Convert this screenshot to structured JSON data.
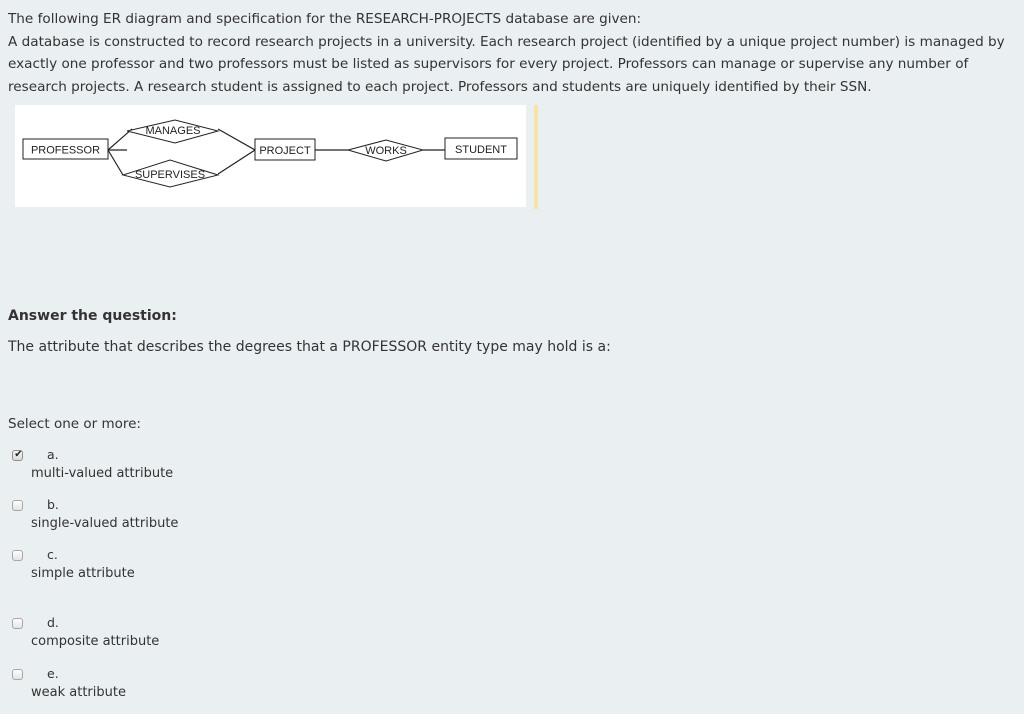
{
  "intro": {
    "line1": "The following ER diagram and specification for the RESEARCH-PROJECTS database are given:",
    "line2": "A database is constructed to record research projects in a university. Each research project (identified by a unique project number) is managed by exactly one professor and two professors must be listed as supervisors for every project. Professors can manage or supervise any number of research projects. A research student is assigned to each project. Professors and students are uniquely identified by their SSN."
  },
  "diagram": {
    "professor": "PROFESSOR",
    "manages": "MANAGES",
    "supervises": "SUPERVISES",
    "project": "PROJECT",
    "works": "WORKS",
    "student": "STUDENT"
  },
  "question": {
    "heading": "Answer the question:",
    "text": "The attribute that describes the degrees that a PROFESSOR entity type may hold is a:",
    "select_prompt": "Select one or more:"
  },
  "options": [
    {
      "letter": "a.",
      "text": "multi-valued attribute",
      "checked": true
    },
    {
      "letter": "b.",
      "text": "single-valued attribute",
      "checked": false
    },
    {
      "letter": "c.",
      "text": "simple attribute",
      "checked": false
    },
    {
      "letter": "d.",
      "text": "composite attribute",
      "checked": false
    },
    {
      "letter": "e.",
      "text": "weak attribute",
      "checked": false
    }
  ],
  "icons": {
    "checkmark": "checkmark-icon"
  },
  "colors": {
    "background": "#eaeff2",
    "text": "#333333",
    "diagram_background": "#ffffff",
    "accent_bar": "#f7e3a6"
  }
}
